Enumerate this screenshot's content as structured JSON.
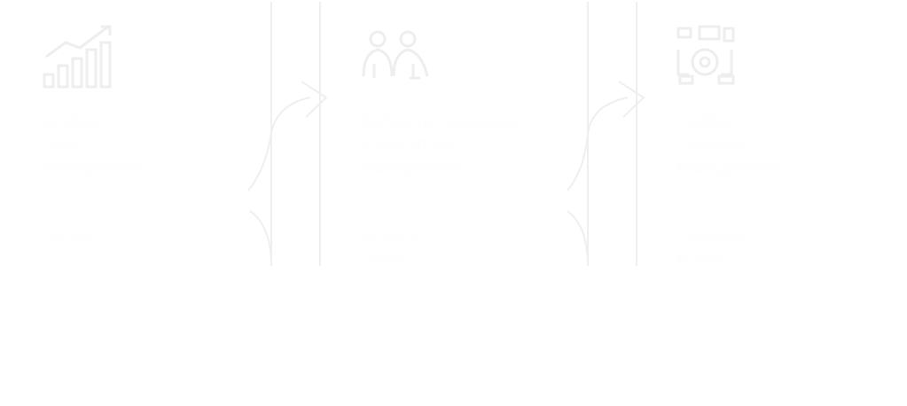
{
  "theme": {
    "background": "#ffffff",
    "ink": "#ffffff",
    "faint_edge": "#f2f2f2"
  },
  "steps": [
    {
      "icon": "bar-chart-growth-icon",
      "title": "Unified\nData\nManagement",
      "subtitle": "Visibility"
    },
    {
      "icon": "people-group-icon",
      "title": "Software Packaging\n& Workflow\nManagement",
      "subtitle": "Workflow\nControl"
    },
    {
      "icon": "devices-gear-icon",
      "title": "Unified\nEndpoint\nManagement",
      "subtitle": "Automation\nat Scale"
    }
  ]
}
